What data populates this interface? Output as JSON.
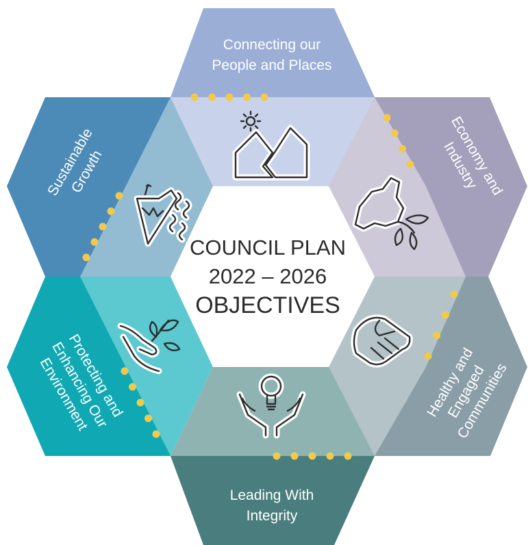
{
  "center": {
    "line1": "COUNCIL PLAN",
    "line2": "2022 – 2026",
    "line3": "OBJECTIVES"
  },
  "segments": [
    {
      "id": "people-places",
      "lines": [
        "Connecting our",
        "People and Places"
      ],
      "icon": "mountains-sun-icon",
      "outer_color": "#9aaed6",
      "inner_color": "#c8d2ea"
    },
    {
      "id": "economy",
      "lines": [
        "Economy and",
        "Industry"
      ],
      "icon": "region-map-leaves-icon",
      "outer_color": "#a49fba",
      "inner_color": "#cdc9d9"
    },
    {
      "id": "healthy",
      "lines": [
        "Healthy and",
        "Engaged",
        "Communities"
      ],
      "icon": "handshake-icon",
      "outer_color": "#8a9ea7",
      "inner_color": "#b3c3c8"
    },
    {
      "id": "integrity",
      "lines": [
        "Leading With",
        "Integrity"
      ],
      "icon": "lightbulb-hands-icon",
      "outer_color": "#4a7d7d",
      "inner_color": "#8fb3b1"
    },
    {
      "id": "environment",
      "lines": [
        "Protecting and",
        "Enhancing Our",
        "Environment"
      ],
      "icon": "hand-leaves-icon",
      "outer_color": "#10a9b3",
      "inner_color": "#5bc9cf"
    },
    {
      "id": "growth",
      "lines": [
        "Sustainable",
        "Growth"
      ],
      "icon": "landscape-waves-icon",
      "outer_color": "#4c8ab7",
      "inner_color": "#93bcd3"
    }
  ],
  "accent_color": "#f2c94c"
}
